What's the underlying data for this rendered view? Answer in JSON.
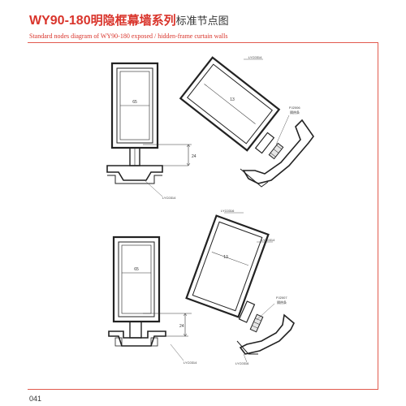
{
  "header": {
    "title_code": "WY90-180",
    "title_cn": "明隐框幕墙系列",
    "title_tail": "标准节点图",
    "subtitle": "Standard nodes diagram  of WY90-180 exposed / hidden-frame curtain walls"
  },
  "footer": {
    "page_number": "041"
  },
  "detail_top": {
    "left_panel_dim": "65",
    "tilted_panel_dim": "13",
    "vertical_dim": "24",
    "part_top_right": "LYC0314",
    "part_gasket": "PJ2006",
    "part_gasket_note": "隔热条",
    "part_bottom": "LYC0314"
  },
  "detail_bottom": {
    "left_panel_dim": "65",
    "tilted_panel_dim": "13",
    "vertical_dim": "24",
    "part_top": "LYC0316",
    "part_right": "LYC0314",
    "part_gasket": "PJ2007",
    "part_gasket_note": "隔热条",
    "part_bottom_left": "LYC0314",
    "part_bottom_right": "LYC0316"
  }
}
